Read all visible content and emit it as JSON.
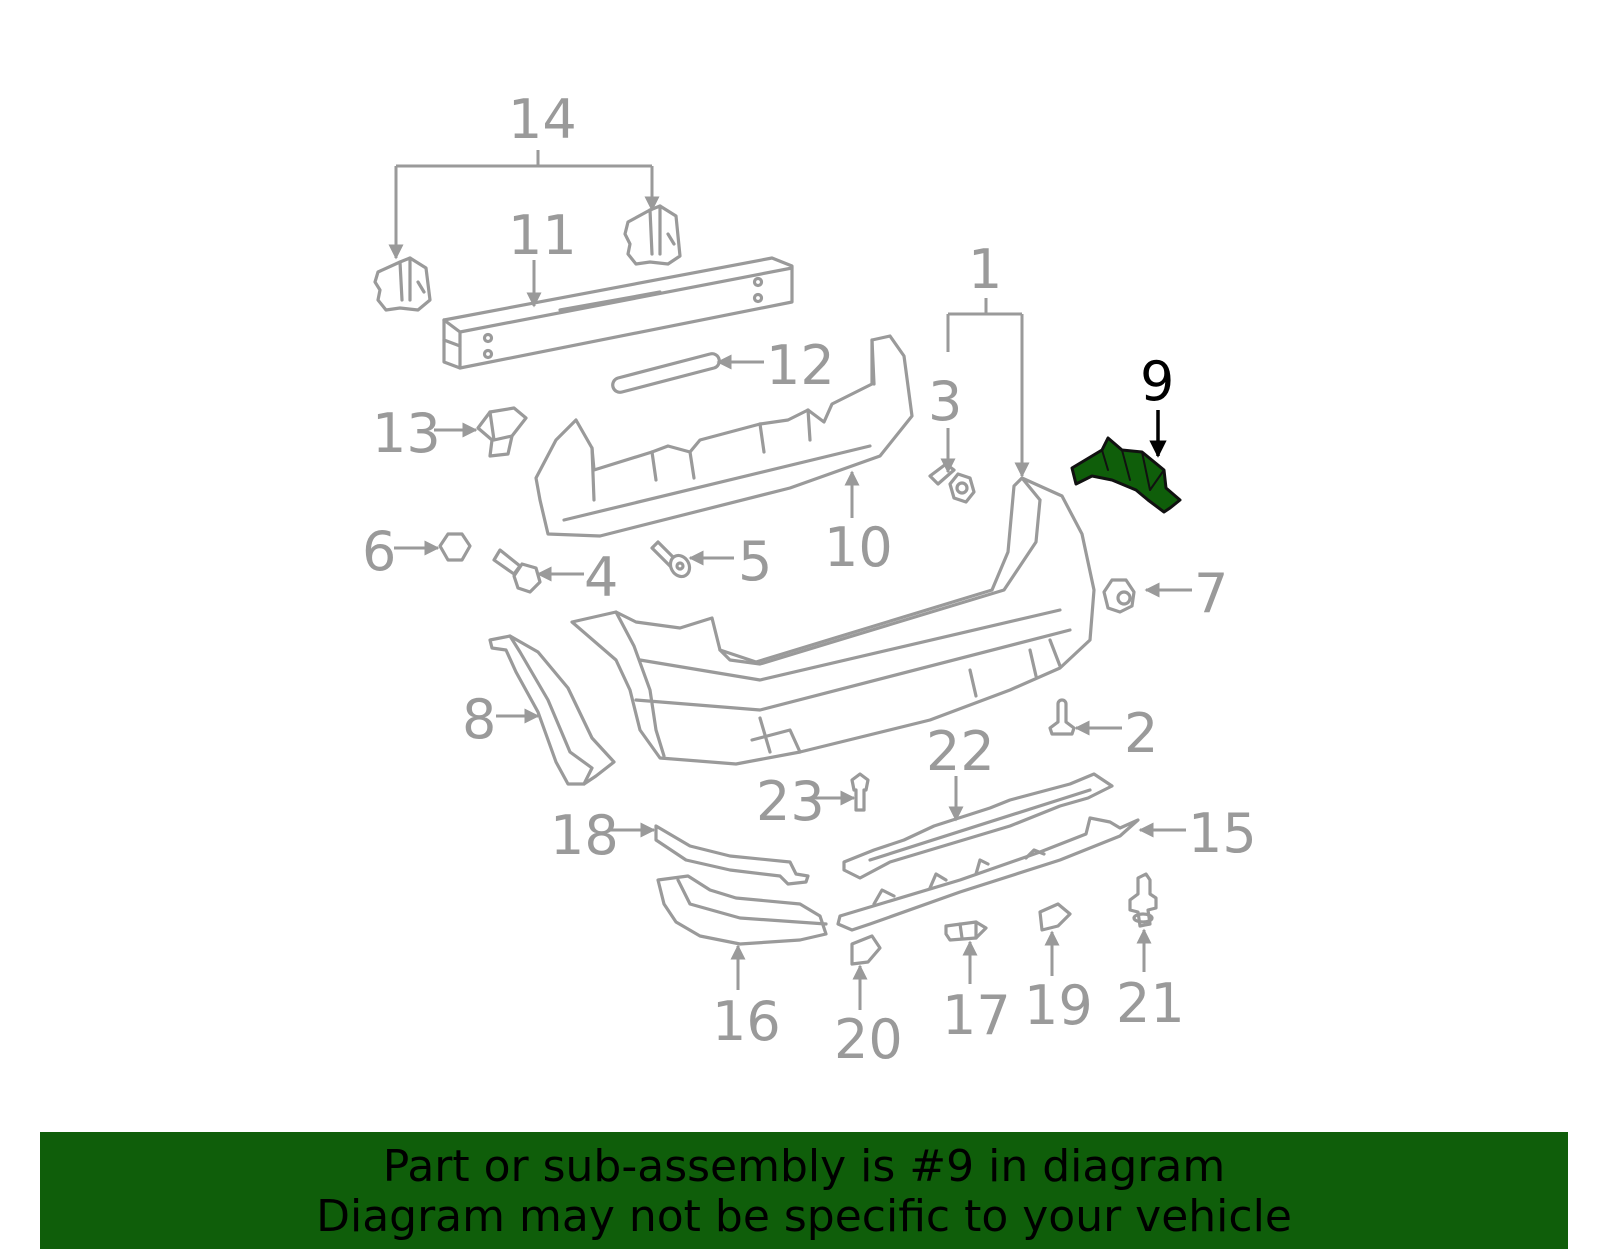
{
  "callouts": {
    "c1": "1",
    "c2": "2",
    "c3": "3",
    "c4": "4",
    "c5": "5",
    "c6": "6",
    "c7": "7",
    "c8": "8",
    "c9": "9",
    "c10": "10",
    "c11": "11",
    "c12": "12",
    "c13": "13",
    "c14": "14",
    "c15": "15",
    "c16": "16",
    "c17": "17",
    "c18": "18",
    "c19": "19",
    "c20": "20",
    "c21": "21",
    "c22": "22",
    "c23": "23"
  },
  "highlight": {
    "part_number": "9",
    "color": "#0f5e0a"
  },
  "colors": {
    "line": "#9a9a9a",
    "banner": "#0f5e0a",
    "background": "#ffffff"
  },
  "banner": {
    "line1": "Part or sub-assembly is #9 in diagram",
    "line2": "Diagram may not be specific to your vehicle"
  }
}
